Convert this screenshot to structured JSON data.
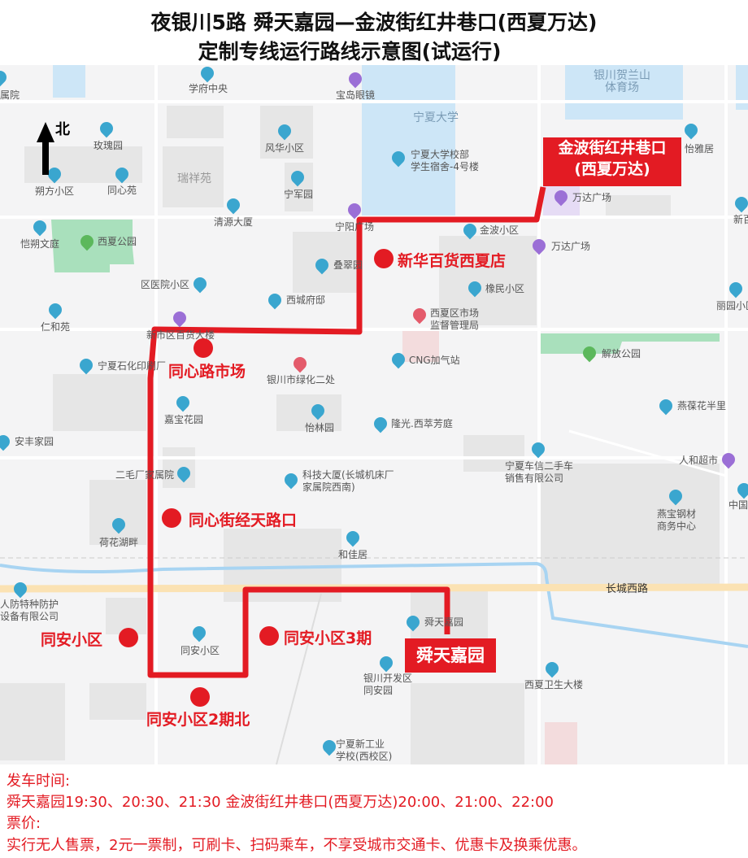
{
  "title": {
    "line1": "夜银川5路  舜天嘉园—金波街红井巷口(西夏万达)",
    "line2": "定制专线运行路线示意图(试运行)"
  },
  "map": {
    "north_label": "北",
    "road_label": "长城西路",
    "area_labels": [
      "宁夏大学",
      "银川贺兰山\n体育场",
      "瑞祥苑"
    ],
    "pois": [
      "学府中央",
      "宝岛眼镜",
      "属院",
      "玫瑰园",
      "朔方小区",
      "同心苑",
      "风华小区",
      "宁军园",
      "清源大厦",
      "宁阳广场",
      "恺朔文庭",
      "西夏公园",
      "区医院小区",
      "叠翠园",
      "西城府邸",
      "仁和苑",
      "新市区百货大楼",
      "宁夏大学校部\n学生宿舍-4号楼",
      "万达广场",
      "怡雅居",
      "金波小区",
      "万达广场",
      "橡民小区",
      "西夏区市场\n监督管理局",
      "丽园小区",
      "新百",
      "宁夏石化印刷厂",
      "银川市绿化二处",
      "CNG加气站",
      "解放公园",
      "嘉宝花园",
      "怡林园",
      "隆光.西萃芳庭",
      "燕葆花半里",
      "安丰家园",
      "二毛厂家属院",
      "科技大厦(长城机床厂\n家属院西南)",
      "宁夏车信二手车\n销售有限公司",
      "人和超市",
      "中国",
      "燕宝钢材\n商务中心",
      "荷花湖畔",
      "和佳居",
      "人防特种防护\n设备有限公司",
      "同安小区",
      "舜天嘉园",
      "银川开发区\n同安园",
      "西夏卫生大楼",
      "宁夏新工业\n学校(西校区)"
    ],
    "terminals": {
      "north": "金波街红井巷口\n(西夏万达)",
      "south": "舜天嘉园"
    },
    "stops": [
      "新华百货西夏店",
      "同心路市场",
      "同心街经天路口",
      "同安小区",
      "同安小区3期",
      "同安小区2期北"
    ],
    "route_color": "#e31b23"
  },
  "schedule": {
    "heading": "发车时间:",
    "line": "舜天嘉园19:30、20:30、21:30      金波街红井巷口(西夏万达)20:00、21:00、22:00",
    "fare_heading": "票价:",
    "fare": "实行无人售票，2元一票制，可刷卡、扫码乘车，不享受城市交通卡、优惠卡及换乘优惠。"
  }
}
